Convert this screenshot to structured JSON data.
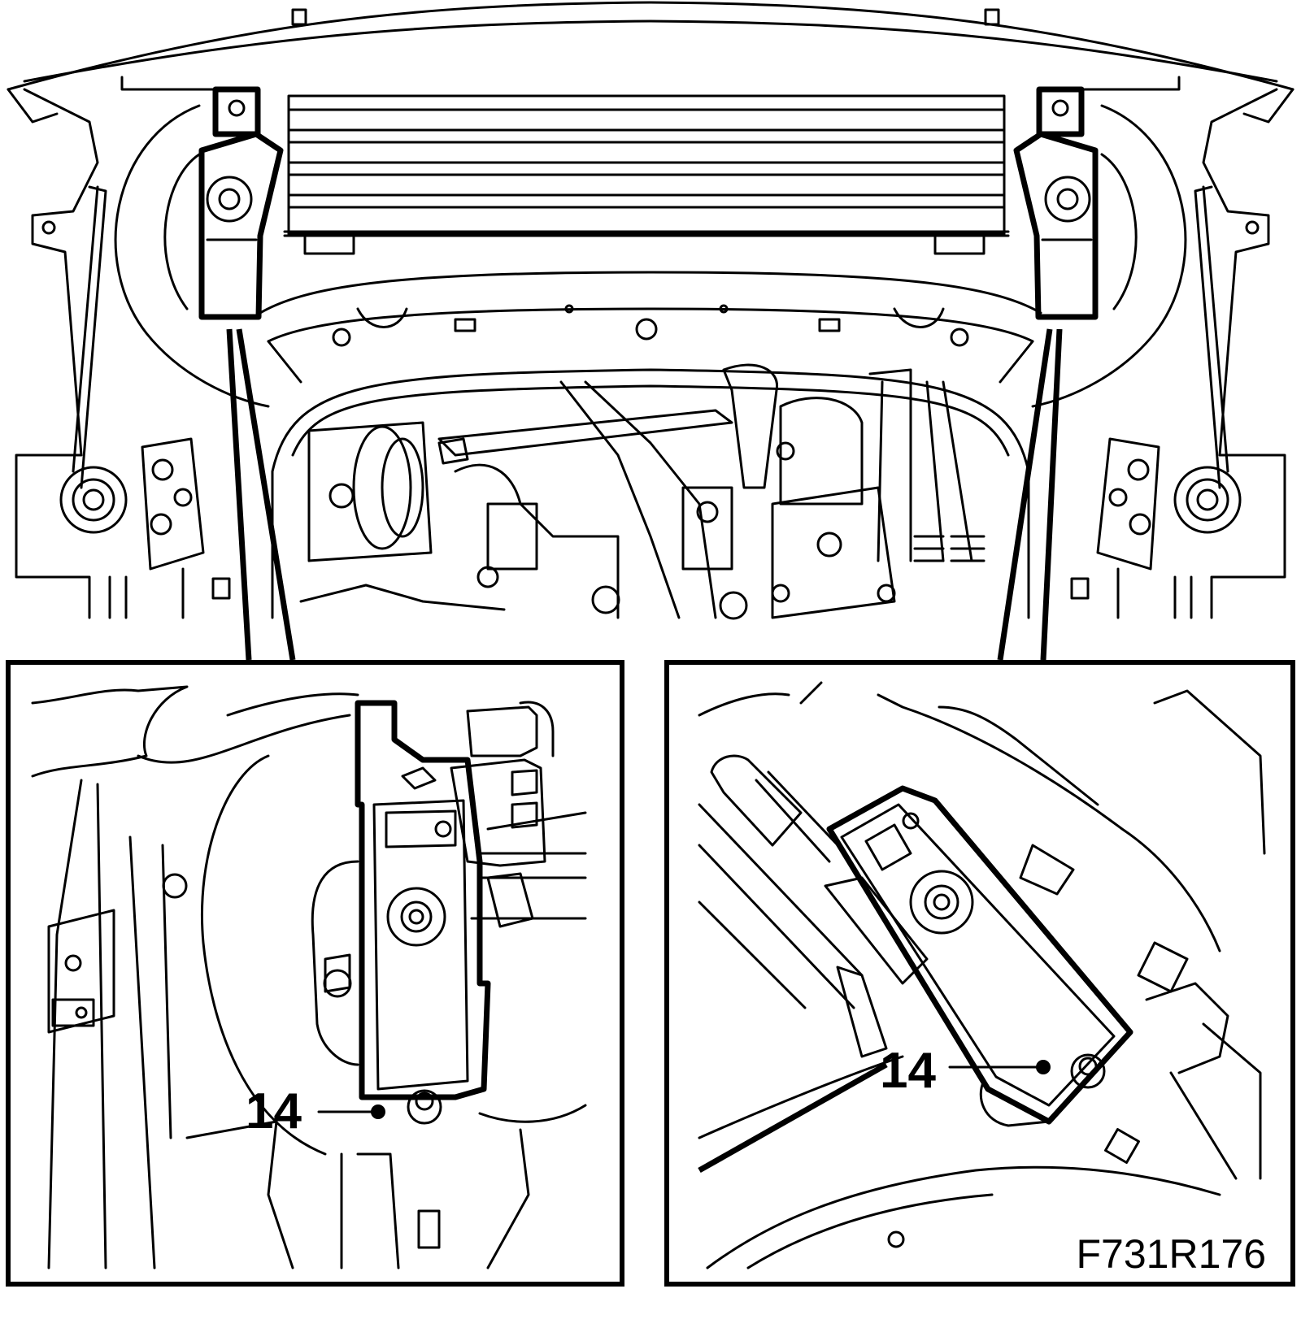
{
  "figure_id": "F731R176",
  "callouts": {
    "left_detail": "14",
    "right_detail": "14"
  },
  "colors": {
    "ink": "#000000",
    "paper": "#ffffff"
  }
}
